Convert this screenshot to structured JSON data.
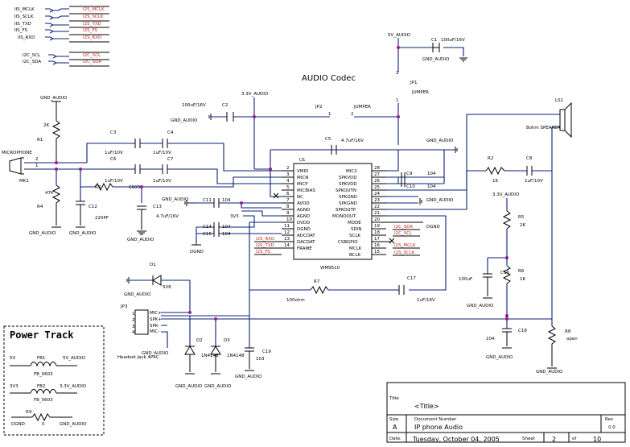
{
  "title_center": "AUDIO Codec",
  "power_track_title": "Power Track",
  "ic": {
    "ref": "U1",
    "part": "WM9510",
    "left_pins": [
      {
        "num": "2",
        "name": "VMID"
      },
      {
        "num": "3",
        "name": "MICN"
      },
      {
        "num": "4",
        "name": "MICP"
      },
      {
        "num": "5",
        "name": "MICBIAS"
      },
      {
        "num": "6",
        "name": "NC"
      },
      {
        "num": "7",
        "name": "AVDD"
      },
      {
        "num": "8",
        "name": "AGND"
      },
      {
        "num": "9",
        "name": "AGND"
      },
      {
        "num": "10",
        "name": "DVDD"
      },
      {
        "num": "11",
        "name": "DGND"
      },
      {
        "num": "12",
        "name": "ADCDAT"
      },
      {
        "num": "13",
        "name": "DACDAT"
      },
      {
        "num": "14",
        "name": "FRAME"
      }
    ],
    "right_pins": [
      {
        "num": "28",
        "name": "MIC2"
      },
      {
        "num": "27",
        "name": "SPKVDD"
      },
      {
        "num": "26",
        "name": "SPKVDD"
      },
      {
        "num": "25",
        "name": "SPKOUTN"
      },
      {
        "num": "24",
        "name": "SPKGND"
      },
      {
        "num": "23",
        "name": "SPKGND"
      },
      {
        "num": "22",
        "name": "SPKOUTP"
      },
      {
        "num": "21",
        "name": "MONOOUT"
      },
      {
        "num": "20",
        "name": "MODE"
      },
      {
        "num": "19",
        "name": "SDIN"
      },
      {
        "num": "18",
        "name": "SCLK"
      },
      {
        "num": "17",
        "name": "CSBGPIO"
      },
      {
        "num": "16",
        "name": "MCLK"
      },
      {
        "num": "15",
        "name": "BCLK"
      }
    ]
  },
  "bus_left": [
    "IIS_MCLK",
    "IIS_SCLK",
    "IIS_TXD",
    "IIS_FS",
    "IIS_RXD"
  ],
  "bus_right": [
    "I2S_MCLK",
    "I2S_SCLK",
    "I2S_TXD",
    "I2S_FS",
    "I2S_RXD"
  ],
  "i2c_left": [
    "I2C_SCL",
    "I2C_SDA"
  ],
  "i2c_right": [
    "I2C_SCL",
    "I2C_SDA"
  ],
  "ic_left_labels": [
    "I2S_RXD",
    "I2S_TXD",
    "I2S_FS"
  ],
  "ic_right_labels": [
    "I2C_SDA",
    "I2C_SCL",
    "I2S_MCLK",
    "I2S_SCLK"
  ],
  "ground": "GND_AUDIO",
  "gnd_plain": "DGND",
  "nets": {
    "v5": "5V_AUDIO",
    "v33": "3.3V_AUDIO",
    "v3": "3V3",
    "gnd": "GND",
    "v5short": "5V",
    "v3short": "3V3",
    "jumper": "JUMPER"
  },
  "components": {
    "mic": "MICROPHONE",
    "mk1": "MK1",
    "r1": "R1",
    "r1v": "2K",
    "r4": "R4",
    "r4v": "47K",
    "r3": "R3",
    "r3v": "680R",
    "c12": "C12",
    "c12v": "220PF",
    "c13": "C13",
    "c13v": "4.7uF/16V",
    "c3": "C3",
    "c3v": "1uF/10V",
    "c4": "C4",
    "c4v": "1uF/10V",
    "c6": "C6",
    "c6v": "1uF/10V",
    "c7": "C7",
    "c7v": "1uF/10V",
    "c2": "C2",
    "c2v": "100uF/16V",
    "c1": "C1",
    "c1v": "100uF/16V",
    "c5": "C5",
    "c5v": "4.7uF/16V",
    "c9": "C9",
    "c9v": "104",
    "c10": "C10",
    "c10v": "104",
    "c11": "C11",
    "c11v": "104",
    "c14": "C14",
    "c14v": "104",
    "c15": "C15",
    "c15v": "104",
    "c8": "C8",
    "c8v": "1uF/10V",
    "c17": "C17",
    "c17v": "1uF/16V",
    "c16": "C16",
    "c16v": "100uF",
    "c18": "C18",
    "c18v": "104",
    "c19": "C19",
    "c19v": "103",
    "r2": "R2",
    "r2v": "1K",
    "r5": "R5",
    "r5v": "2K",
    "r6": "R6",
    "r6v": "1K",
    "r7": "R7",
    "r7v": "100ohm",
    "r8": "R8",
    "r8v": "open",
    "ls1": "LS1",
    "ls1v": "8ohm SPEAKER",
    "jp1": "JP1",
    "jp2": "JP2",
    "jp3": "JP3",
    "jp3v": "Headset Jack 4P4C",
    "d1": "D1",
    "d1v": "5V6",
    "d2": "D2",
    "d2v": "1N4148",
    "d3": "D3",
    "d3v": "1N4148",
    "mic_p": "MIC+",
    "mic_n": "MIC-",
    "spk_p": "SPK+",
    "spk_n": "SPK-",
    "fb1": "FB1",
    "fb1v": "FB_0603",
    "fb2": "FB2",
    "fb2v": "FB_0603",
    "r9": "R9",
    "r9v": "0"
  },
  "title_block": {
    "title_label": "Title",
    "title_value": "<Title>",
    "size_label": "Size",
    "size_value": "A",
    "docnum_label": "Document Number",
    "docnum_value": "IP phone Audio",
    "rev_label": "Rev",
    "rev_value": "0.0",
    "date_label": "Date:",
    "date_value": "Tuesday, October 04, 2005",
    "sheet_label": "Sheet",
    "sheet_value": "2",
    "of_label": "of",
    "of_value": "10"
  }
}
